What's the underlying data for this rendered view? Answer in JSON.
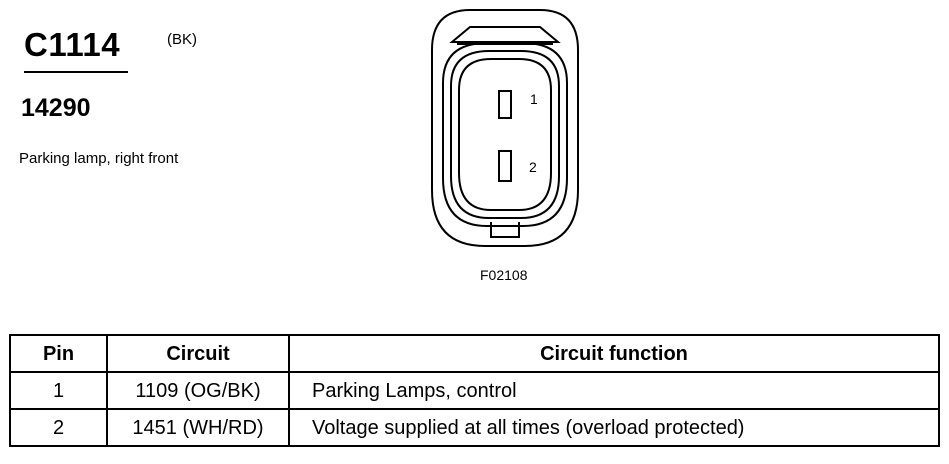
{
  "connector": {
    "id": "C1114",
    "color": "(BK)",
    "part_number": "14290",
    "description": "Parking lamp, right front",
    "figure_id": "F02108",
    "pin_labels": [
      "1",
      "2"
    ]
  },
  "table": {
    "headers": [
      "Pin",
      "Circuit",
      "Circuit function"
    ],
    "rows": [
      {
        "pin": "1",
        "circuit": "1109 (OG/BK)",
        "function": "Parking Lamps, control"
      },
      {
        "pin": "2",
        "circuit": "1451 (WH/RD)",
        "function": "Voltage supplied at all times (overload protected)"
      }
    ]
  }
}
